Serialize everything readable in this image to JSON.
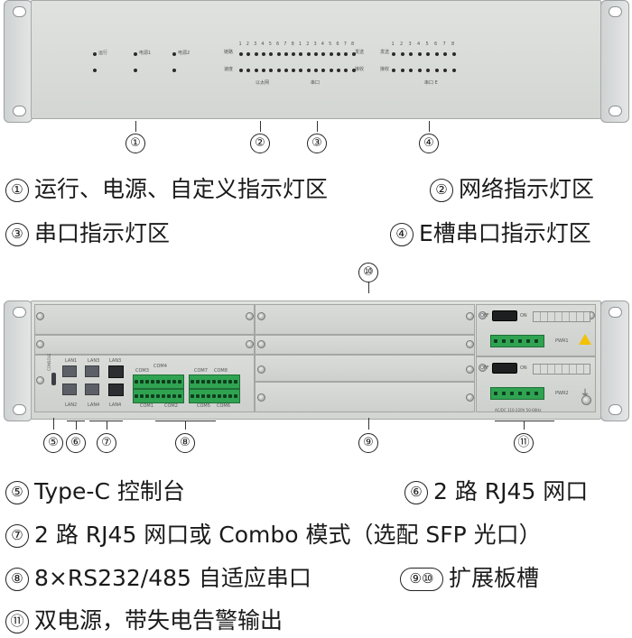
{
  "front": {
    "led_labels": [
      "运行",
      "电源1",
      "电源2"
    ],
    "row_labels": [
      "链路",
      "速度",
      "发送",
      "接收"
    ],
    "port_numbers": [
      "1",
      "2",
      "3",
      "4",
      "5",
      "6",
      "7",
      "8"
    ],
    "group_labels": [
      "以太网",
      "串口",
      "串口 E"
    ]
  },
  "callouts": {
    "top": [
      "①",
      "②",
      "③",
      "④"
    ],
    "bottom": [
      "⑤",
      "⑥",
      "⑦",
      "⑧",
      "⑨",
      "⑩",
      "⑪"
    ]
  },
  "captions_top": [
    {
      "num": "①",
      "text": "运行、电源、自定义指示灯区"
    },
    {
      "num": "②",
      "text": "网络指示灯区"
    },
    {
      "num": "③",
      "text": "串口指示灯区"
    },
    {
      "num": "④",
      "text": "E槽串口指示灯区"
    }
  ],
  "rear": {
    "console_label": "CONSOLE",
    "lan_labels": [
      "LAN1",
      "LAN2",
      "LAN3",
      "LAN4"
    ],
    "com_labels": [
      "COM3",
      "COM4",
      "COM7",
      "COM8",
      "COM1",
      "COM2",
      "COM5",
      "COM6"
    ],
    "switch_label": "ON",
    "switch_off": "OFF",
    "pwr_labels": [
      "PWR1",
      "PWR2"
    ],
    "power_spec": "AC/DC 110-220V 50-60Hz"
  },
  "captions_bottom": [
    {
      "num": "⑤",
      "text": "Type-C 控制台"
    },
    {
      "num": "⑥",
      "text": "2 路 RJ45 网口"
    },
    {
      "num": "⑦",
      "text": "2 路 RJ45 网口或 Combo 模式（选配 SFP 光口）"
    },
    {
      "num": "⑧",
      "text": "8×RS232/485 自适应串口"
    },
    {
      "num": "⑨⑩",
      "text": "扩展板槽"
    },
    {
      "num": "⑪",
      "text": "双电源，带失电告警输出"
    }
  ]
}
